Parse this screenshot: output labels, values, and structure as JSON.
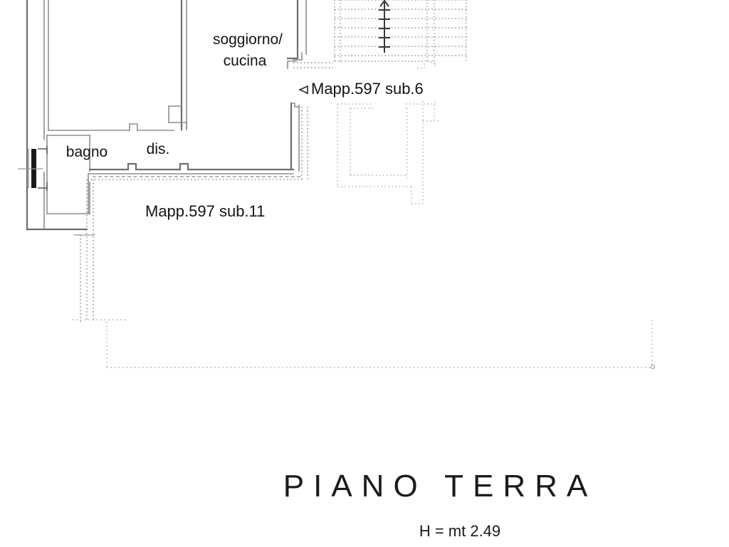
{
  "document": {
    "type": "cadastral-floor-plan",
    "title": "PIANO TERRA",
    "subtitle": "H = mt 2.49"
  },
  "rooms": [
    {
      "key": "soggiorno_cucina_line1",
      "label": "soggiorno/"
    },
    {
      "key": "soggiorno_cucina_line2",
      "label": "cucina"
    },
    {
      "key": "bagno",
      "label": "bagno"
    },
    {
      "key": "dis",
      "label": "dis."
    }
  ],
  "unit_labels": [
    {
      "key": "sub6",
      "marker": "◁",
      "label": "Mapp.597 sub.6"
    },
    {
      "key": "sub11",
      "marker": "",
      "label": "Mapp.597 sub.11"
    }
  ],
  "icons": {
    "entrance_door": "door-icon",
    "stair_direction": "stair-up-arrow-icon",
    "unit_pointer": "left-triangle-marker-icon"
  },
  "colors": {
    "background": "#ffffff",
    "wall_outline": "#6e6e6e",
    "wall_inner": "#8d8d8d",
    "hidden_line": "#9a9a9a",
    "boundary_dotted": "#a6a6a6",
    "text": "#141414",
    "door_fill": "#1a1a1a"
  },
  "measurements": {
    "ceiling_height_label": "H = mt 2.49",
    "ceiling_height_value": 2.49,
    "ceiling_height_unit": "mt"
  }
}
